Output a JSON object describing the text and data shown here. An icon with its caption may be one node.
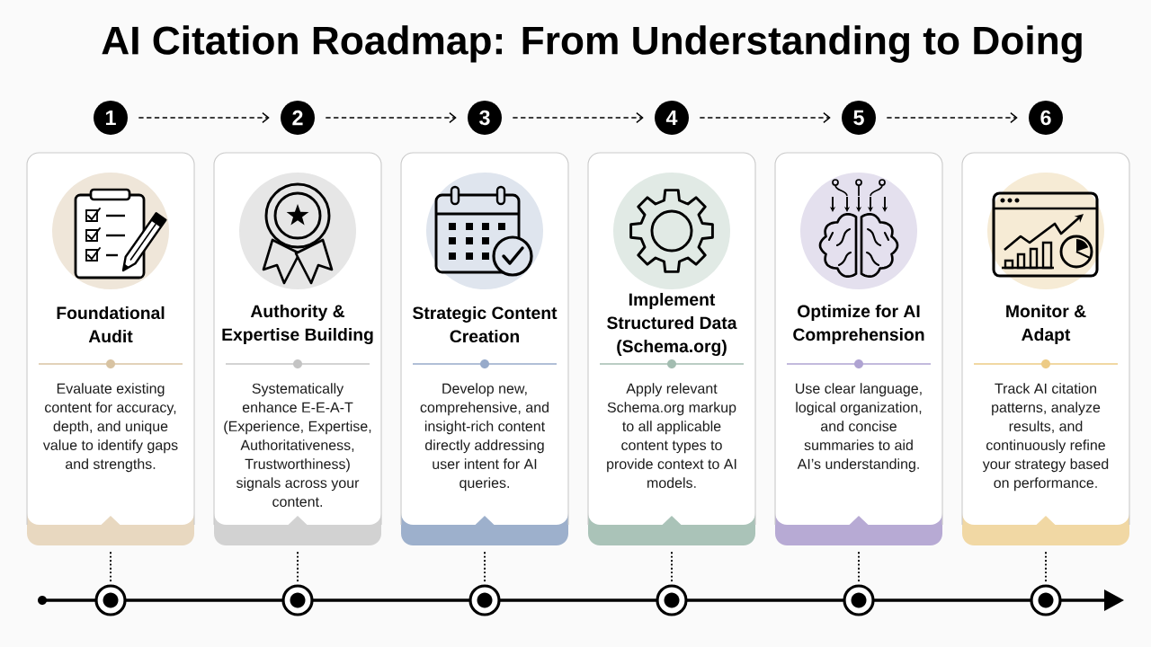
{
  "diagram": {
    "title": "AI Citation Roadmap: From Understanding to Doing",
    "nodes": [
      {
        "text": [
          "1"
        ]
      },
      {
        "text": [
          "2"
        ]
      },
      {
        "text": [
          "3"
        ]
      },
      {
        "text": [
          "4"
        ]
      },
      {
        "text": [
          "5"
        ]
      },
      {
        "text": [
          "6"
        ]
      },
      {
        "text": [
          "Foundational Audit",
          "Evaluate existing content for accuracy, depth, and unique value to identify gaps and strengths."
        ]
      },
      {
        "text": [
          "Authority & Expertise Building",
          "Systematically enhance E-E-A-T (Experience, Expertise, Authoritativeness, Trustworthiness) signals across your content."
        ]
      },
      {
        "text": [
          "Strategic Content Creation",
          "Develop new, comprehensive, and insight-rich content directly addressing user intent for AI queries."
        ]
      },
      {
        "text": [
          "Implement Structured Data (Schema.org)",
          "Apply relevant Schema.org markup to all applicable content types to provide context to AI models."
        ]
      },
      {
        "text": [
          "Optimize for AI Comprehension",
          "Use clear language, logical organization, and concise summaries to aid AI’s understanding."
        ]
      },
      {
        "text": [
          "Monitor & Adapt",
          "Track AI citation patterns, analyze results, and continuously refine your strategy based on performance."
        ]
      },
      {
        "text": [],
        "shape": "circle"
      },
      {
        "text": [],
        "shape": "circle"
      },
      {
        "text": [],
        "shape": "circle"
      },
      {
        "text": [],
        "shape": "circle"
      },
      {
        "text": [],
        "shape": "circle"
      },
      {
        "text": [],
        "shape": "circle"
      }
    ],
    "edges": [
      {
        "from": 0,
        "to": 1,
        "arrow": "to",
        "style": "dashed"
      },
      {
        "from": 1,
        "to": 2,
        "arrow": "to",
        "style": "dashed"
      },
      {
        "from": 2,
        "to": 3,
        "arrow": "to",
        "style": "dashed"
      },
      {
        "from": 3,
        "to": 4,
        "arrow": "to",
        "style": "dashed"
      },
      {
        "from": 4,
        "to": 5,
        "arrow": "to",
        "style": "dashed"
      },
      {
        "from": 6,
        "to": 12,
        "arrow": "none",
        "style": "dashed"
      },
      {
        "from": 7,
        "to": 13,
        "arrow": "none",
        "style": "dashed"
      },
      {
        "from": 8,
        "to": 14,
        "arrow": "none",
        "style": "dashed"
      },
      {
        "from": 9,
        "to": 15,
        "arrow": "none",
        "style": "dashed"
      },
      {
        "from": 10,
        "to": 16,
        "arrow": "none",
        "style": "dashed"
      },
      {
        "from": 11,
        "to": 17,
        "arrow": "none",
        "style": "dashed"
      }
    ]
  }
}
